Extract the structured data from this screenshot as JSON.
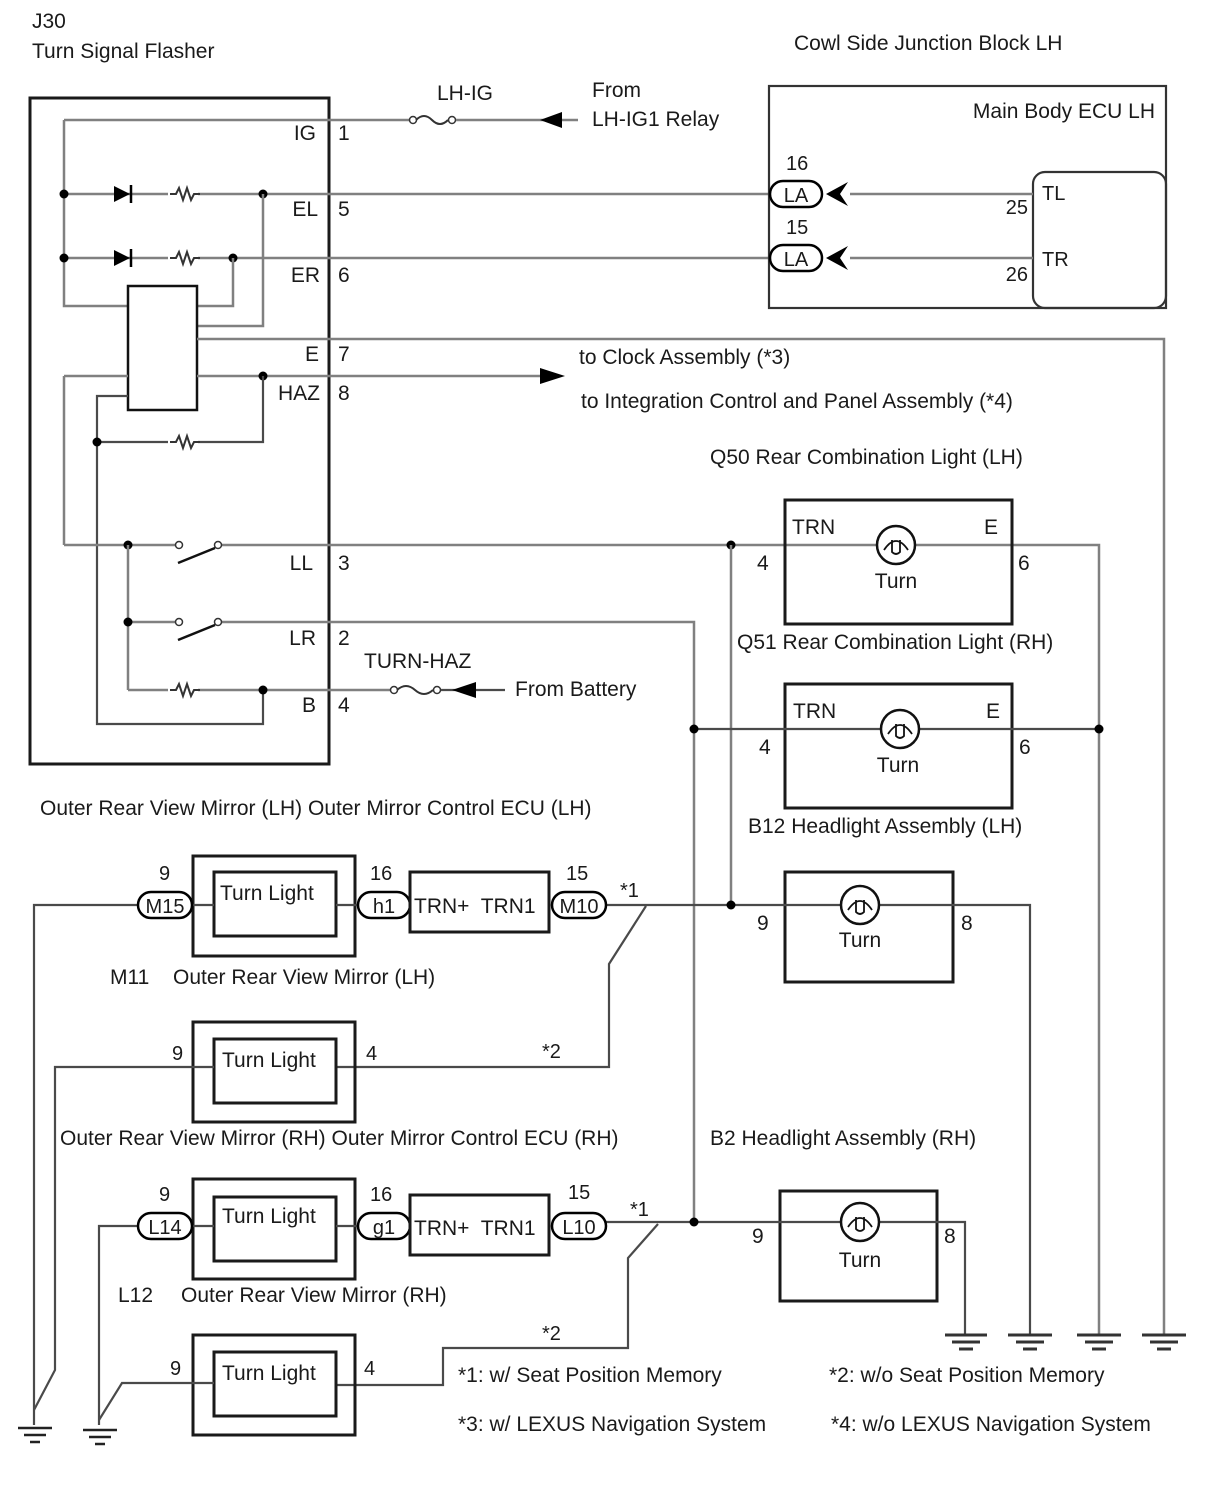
{
  "flasher": {
    "code": "J30",
    "name": "Turn Signal Flasher",
    "pins": [
      {
        "label": "IG",
        "number": "1"
      },
      {
        "label": "EL",
        "number": "5"
      },
      {
        "label": "ER",
        "number": "6"
      },
      {
        "label": "E",
        "number": "7"
      },
      {
        "label": "HAZ",
        "number": "8"
      },
      {
        "label": "LL",
        "number": "3"
      },
      {
        "label": "LR",
        "number": "2"
      },
      {
        "label": "B",
        "number": "4"
      }
    ]
  },
  "fuses": {
    "lh_ig": {
      "name": "LH-IG",
      "source_line1": "From",
      "source_line2": "LH-IG1 Relay"
    },
    "turn_haz": {
      "name": "TURN-HAZ",
      "source": "From Battery"
    }
  },
  "junction_block": {
    "title": "Cowl Side Junction Block LH",
    "ecu_title": "Main Body ECU LH",
    "connectors": [
      {
        "pin": "16",
        "code": "LA",
        "ecu_pin": "25",
        "ecu_label": "TL"
      },
      {
        "pin": "15",
        "code": "LA",
        "ecu_pin": "26",
        "ecu_label": "TR"
      }
    ]
  },
  "haz_outputs": {
    "clock": "to Clock Assembly (*3)",
    "panel": "to Integration Control and Panel Assembly (*4)"
  },
  "rear_lights": [
    {
      "title": "Q50 Rear Combination Light (LH)",
      "left_label": "TRN",
      "right_label": "E",
      "left_pin": "4",
      "right_pin": "6",
      "bulb": "Turn"
    },
    {
      "title": "Q51 Rear Combination Light (RH)",
      "left_label": "TRN",
      "right_label": "E",
      "left_pin": "4",
      "right_pin": "6",
      "bulb": "Turn"
    }
  ],
  "headlights": [
    {
      "title": "B12 Headlight Assembly (LH)",
      "left_pin": "9",
      "right_pin": "8",
      "bulb": "Turn"
    },
    {
      "title": "B2 Headlight Assembly (RH)",
      "left_pin": "9",
      "right_pin": "8",
      "bulb": "Turn"
    }
  ],
  "mirrors_lh": {
    "header": "Outer Rear View Mirror (LH) Outer Mirror Control ECU (LH)",
    "mirror_code": "M11",
    "mirror_name": "Outer Rear View Mirror (LH)",
    "turn_light": "Turn Light",
    "conn_left": {
      "pin": "9",
      "code": "M15"
    },
    "conn_mid": {
      "pin": "16",
      "code": "h1"
    },
    "conn_right": {
      "pin": "15",
      "code": "M10"
    },
    "ecu_labels": "TRN+  TRN1",
    "note1": "*1",
    "note2": "*2",
    "alt_left_pin": "9",
    "alt_right_pin": "4"
  },
  "mirrors_rh": {
    "header": "Outer Rear View Mirror (RH) Outer Mirror Control ECU (RH)",
    "mirror_code": "L12",
    "mirror_name": "Outer Rear View Mirror (RH)",
    "turn_light": "Turn Light",
    "conn_left": {
      "pin": "9",
      "code": "L14"
    },
    "conn_mid": {
      "pin": "16",
      "code": "g1"
    },
    "conn_right": {
      "pin": "15",
      "code": "L10"
    },
    "ecu_labels": "TRN+  TRN1",
    "note1": "*1",
    "note2": "*2",
    "alt_left_pin": "9",
    "alt_right_pin": "4"
  },
  "notes": [
    "*1: w/ Seat Position Memory",
    "*2: w/o Seat Position Memory",
    "*3: w/ LEXUS Navigation System",
    "*4: w/o LEXUS Navigation System"
  ]
}
